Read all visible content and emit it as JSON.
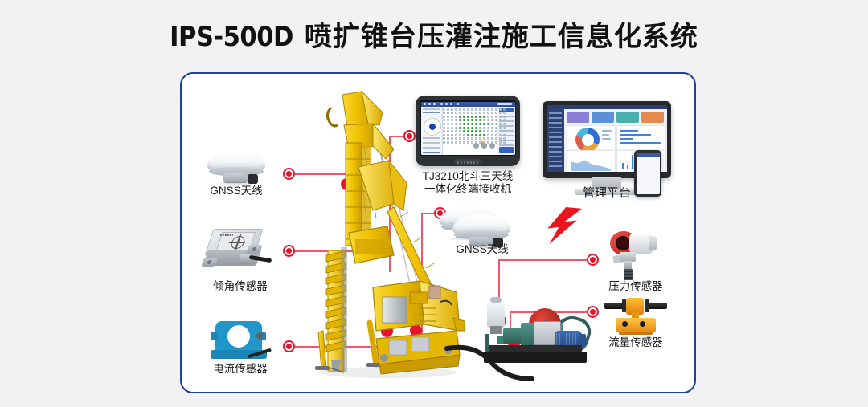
{
  "title": {
    "model": "IPS-500D",
    "cn": "喷扩锥台压灌注施工信息化系统"
  },
  "colors": {
    "page_bg": "#f2f2f2",
    "card_bg": "#ffffff",
    "card_border": "#21409a",
    "connector": "#e8122a",
    "line": "#f2556a",
    "rig_yellow": "#f2c200",
    "bolt_red": "#e8141e"
  },
  "components": {
    "gnss_antenna_left": {
      "label": "GNSS天线",
      "icon": "gnss-antenna-icon"
    },
    "inclination_sensor": {
      "label": "倾角传感器",
      "icon": "inclination-sensor-icon"
    },
    "current_sensor": {
      "label": "电流传感器",
      "icon": "current-sensor-icon"
    },
    "tablet_terminal": {
      "label_line1": "TJ3210北斗三天线",
      "label_line2": "一体化终端接收机",
      "icon": "tablet-terminal-icon"
    },
    "management_platform": {
      "label": "管理平台",
      "icon": "monitor-icon"
    },
    "gnss_antenna_mid": {
      "label": "GNSS天线",
      "icon": "gnss-antenna-icon"
    },
    "pressure_sensor": {
      "label": "压力传感器",
      "icon": "pressure-sensor-icon"
    },
    "flow_sensor": {
      "label": "流量传感器",
      "icon": "flow-sensor-icon"
    },
    "drilling_rig": {
      "label": "",
      "icon": "drilling-rig-icon"
    },
    "grout_pump": {
      "label": "",
      "icon": "grout-pump-icon"
    },
    "wireless_link": {
      "label": "",
      "icon": "lightning-bolt-icon"
    }
  }
}
